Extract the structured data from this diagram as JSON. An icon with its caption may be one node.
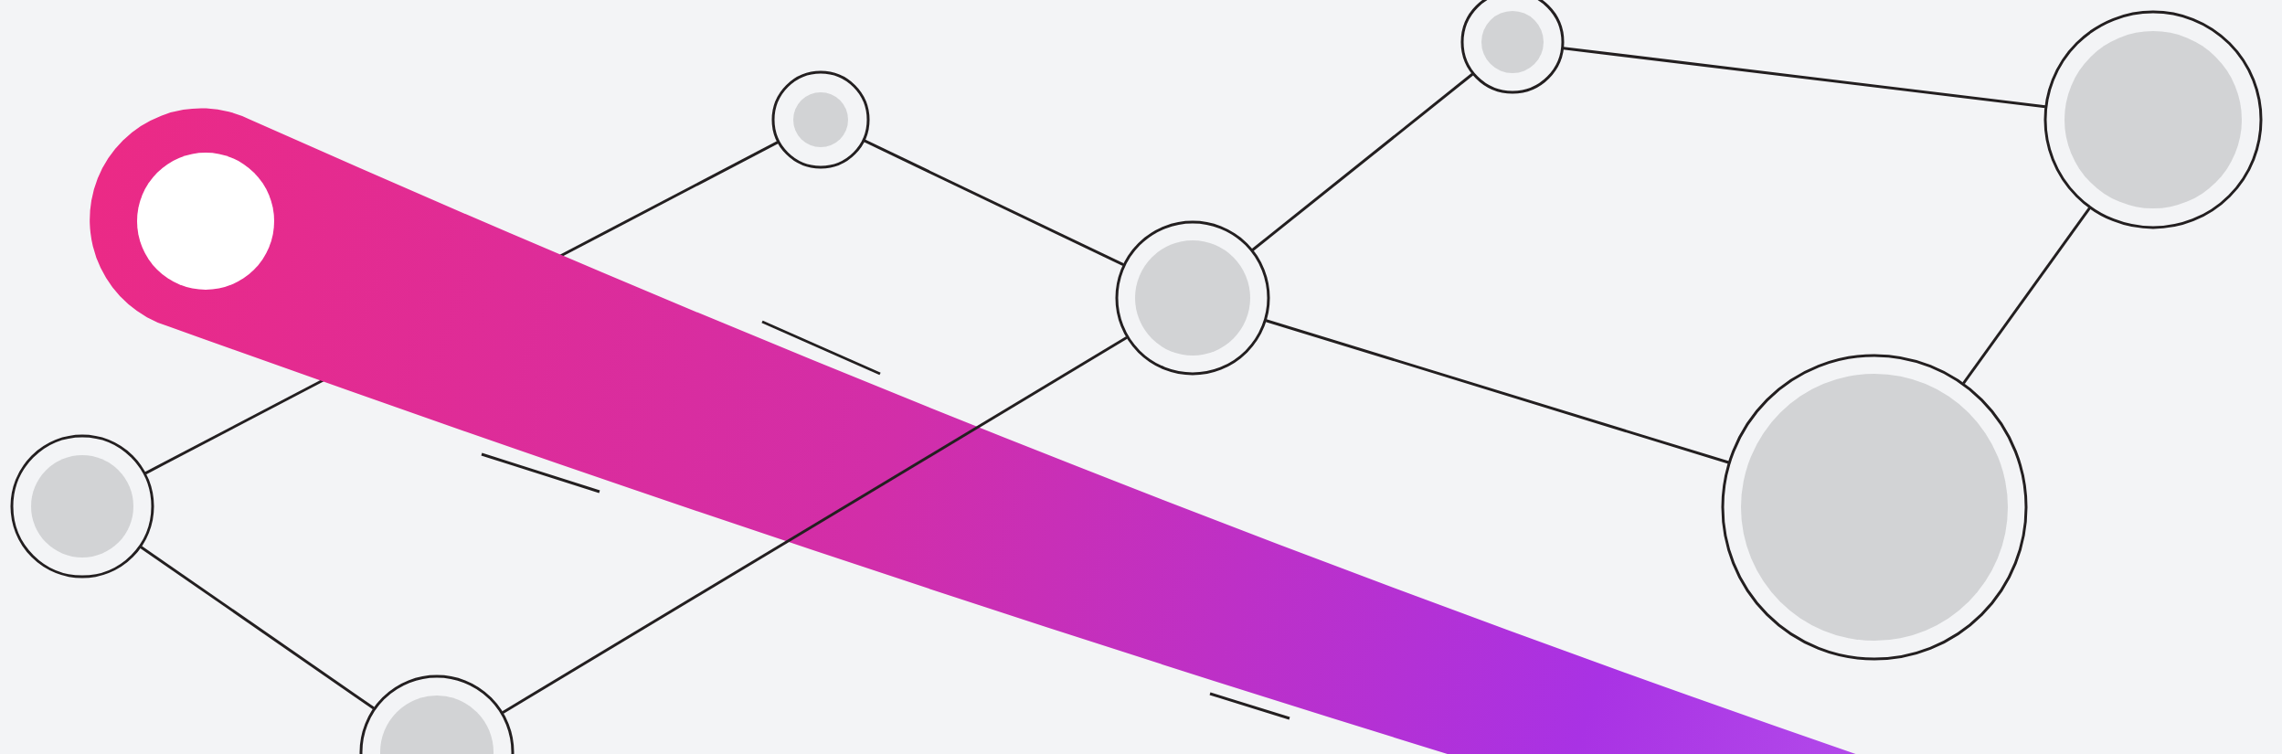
{
  "diagram": {
    "nodes": [
      {
        "text": [],
        "shape": "circle"
      },
      {
        "text": [],
        "shape": "circle"
      },
      {
        "text": [],
        "shape": "circle"
      },
      {
        "text": [],
        "shape": "circle"
      },
      {
        "text": [],
        "shape": "circle"
      },
      {
        "text": [],
        "shape": "circle"
      },
      {
        "text": [],
        "shape": "circle"
      }
    ],
    "edges": [
      {
        "from": 0,
        "to": 2,
        "arrow": "none"
      },
      {
        "from": 0,
        "to": 1,
        "arrow": "none"
      },
      {
        "from": 1,
        "to": 3,
        "arrow": "none"
      },
      {
        "from": 2,
        "to": 3,
        "arrow": "none"
      },
      {
        "from": 3,
        "to": 4,
        "arrow": "none"
      },
      {
        "from": 3,
        "to": 5,
        "arrow": "none"
      },
      {
        "from": 4,
        "to": 6,
        "arrow": "none"
      },
      {
        "from": 6,
        "to": 5,
        "arrow": "none"
      }
    ]
  }
}
